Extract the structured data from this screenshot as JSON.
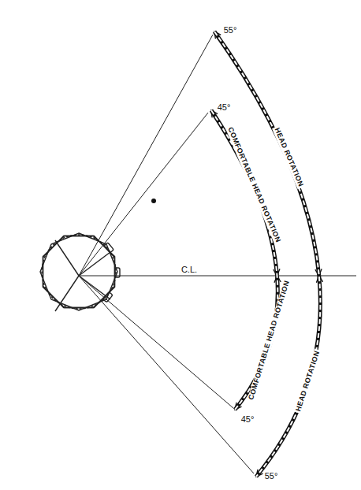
{
  "diagram": {
    "labels": [
      "55°",
      "45°",
      "C.L.",
      "COMFORTABLE HEAD ROTATION",
      "HEAD ROTATION",
      "COMFORTABLE HEAD ROTATION",
      "45°",
      "HEAD ROTATION",
      "55°"
    ]
  }
}
